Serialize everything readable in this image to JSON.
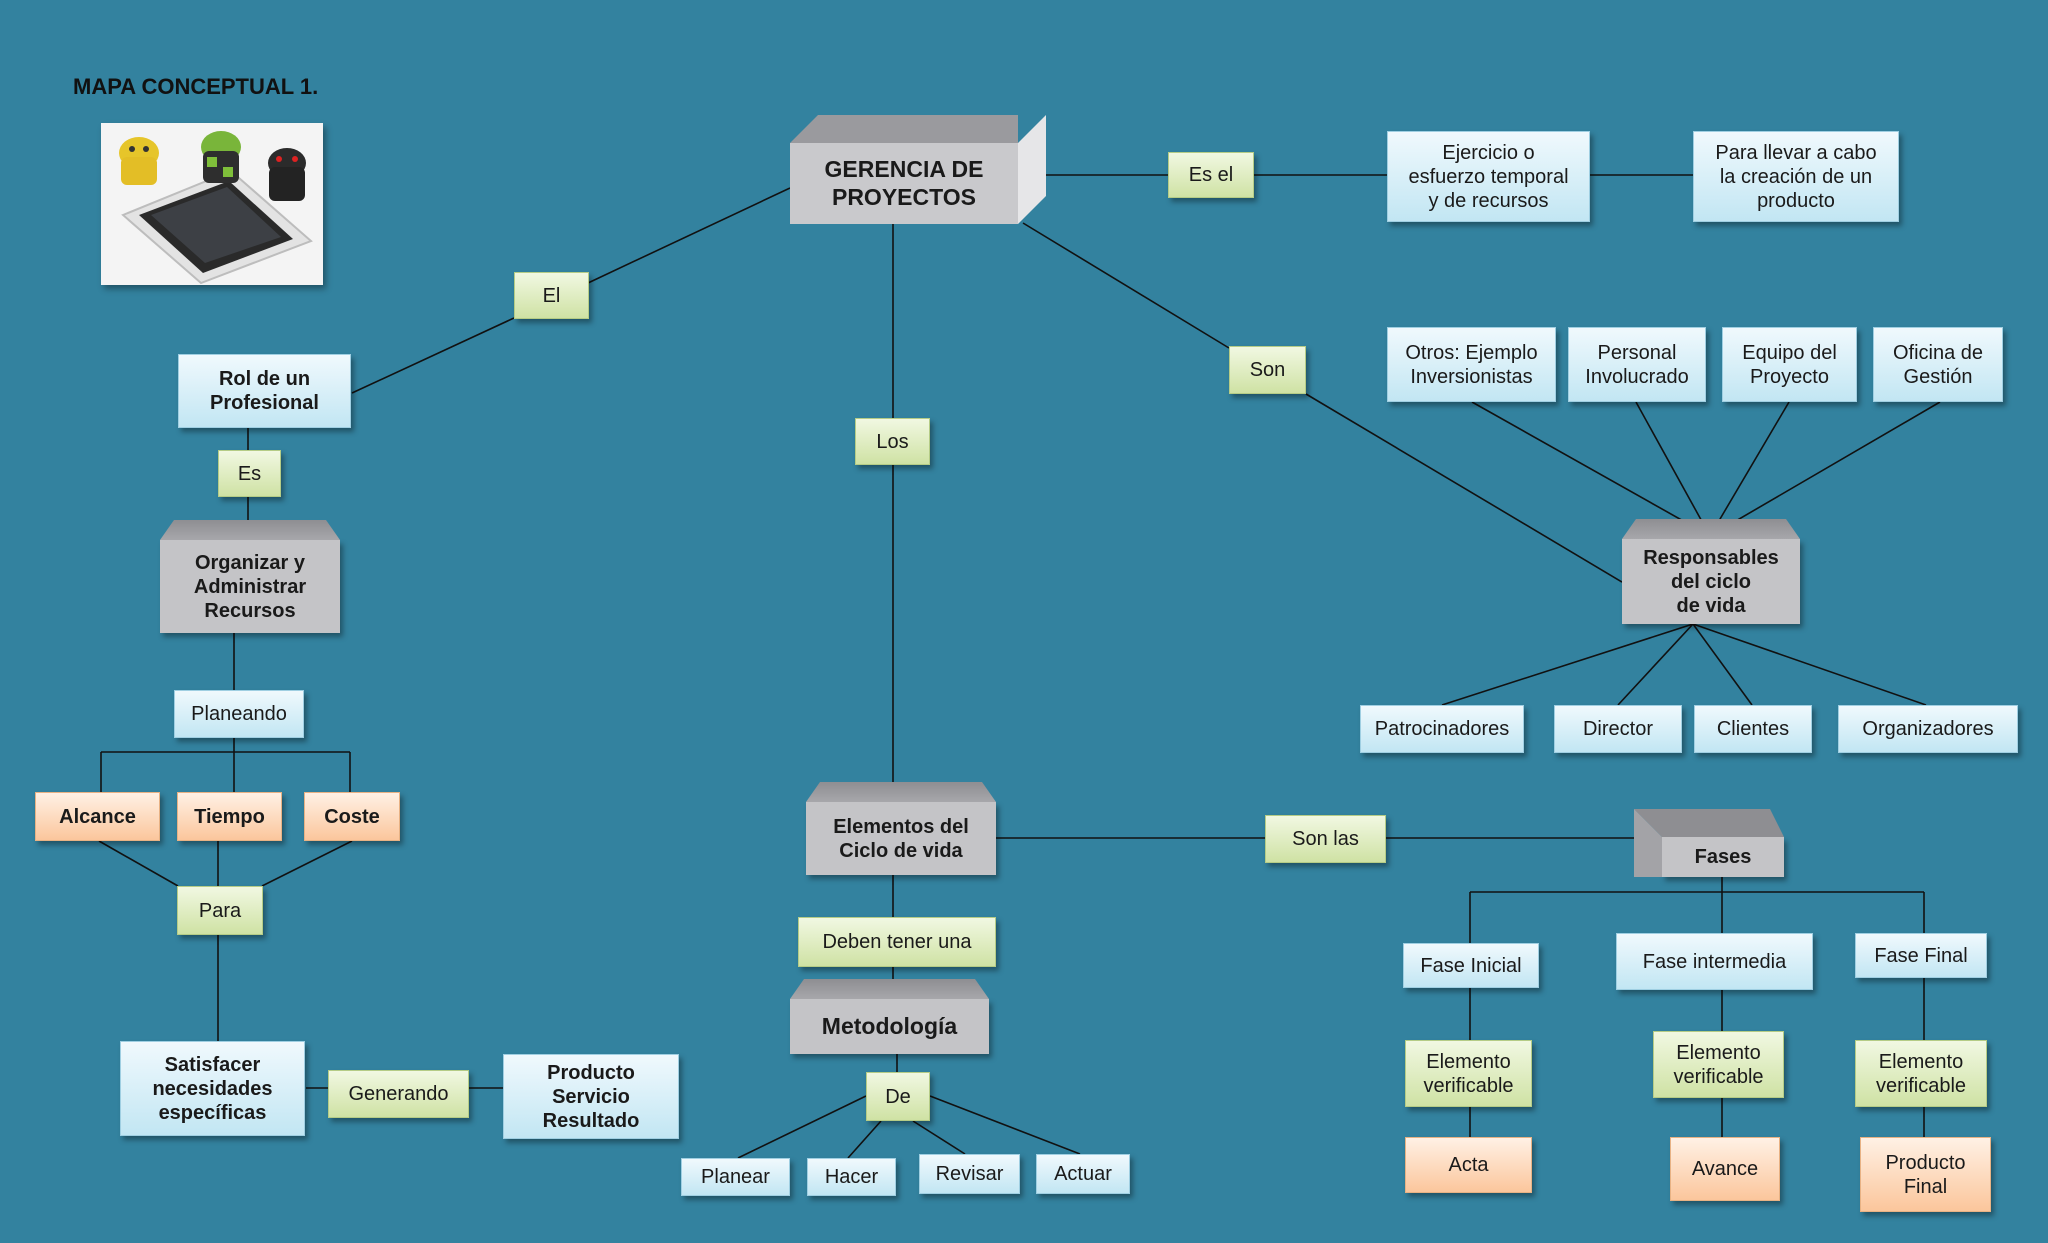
{
  "title": "MAPA CONCEPTUAL 1.",
  "nodes": {
    "gerencia": "GERENCIA DE\nPROYECTOS",
    "es_el": "Es el",
    "ejercicio": "Ejercicio o\nesfuerzo temporal\ny de recursos",
    "para_llevar": "Para llevar a cabo\nla creación de un\nproducto",
    "el": "El",
    "rol": "Rol de un\nProfesional",
    "es": "Es",
    "organizar": "Organizar y\nAdministrar\nRecursos",
    "planeando": "Planeando",
    "alcance": "Alcance",
    "tiempo": "Tiempo",
    "coste": "Coste",
    "para": "Para",
    "satisfacer": "Satisfacer\nnecesidades\nespecíficas",
    "generando": "Generando",
    "producto": "Producto\nServicio\nResultado",
    "los": "Los",
    "elementos": "Elementos del\nCiclo de vida",
    "deben": "Deben tener una",
    "metodologia": "Metodología",
    "de": "De",
    "planear": "Planear",
    "hacer": "Hacer",
    "revisar": "Revisar",
    "actuar": "Actuar",
    "son": "Son",
    "otros": "Otros: Ejemplo\nInversionistas",
    "personal": "Personal\nInvolucrado",
    "equipo": "Equipo del\nProyecto",
    "oficina": "Oficina de\nGestión",
    "responsables": "Responsables\ndel ciclo\nde vida",
    "patrocinadores": "Patrocinadores",
    "director": "Director",
    "clientes": "Clientes",
    "organizadores": "Organizadores",
    "son_las": "Son las",
    "fases": "Fases",
    "fase_inicial": "Fase Inicial",
    "fase_intermedia": "Fase intermedia",
    "fase_final": "Fase Final",
    "elem1": "Elemento\nverificable",
    "elem2": "Elemento\nverificable",
    "elem3": "Elemento\nverificable",
    "acta": "Acta",
    "avance": "Avance",
    "producto_final": "Producto\nFinal"
  },
  "colors": {
    "background": "#33829f",
    "blue_node": "#c2e6f3",
    "green_node": "#cfe2a4",
    "orange_node": "#fbc69c",
    "gray_node": "#c4c4c7"
  },
  "icons": [
    "android-tablet-photo"
  ]
}
